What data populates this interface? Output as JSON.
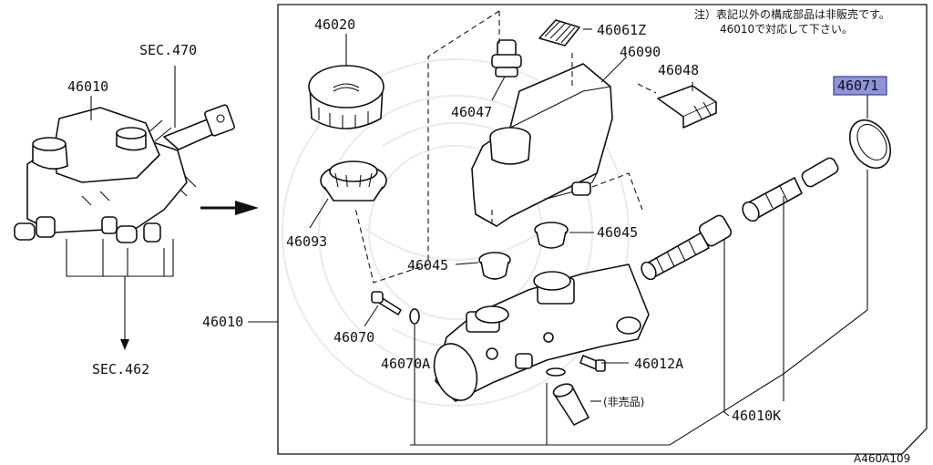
{
  "note": {
    "line1": "注）表記以外の構成部品は非販売です。",
    "line2": "46010で対応して下さい。"
  },
  "labels": {
    "sec470": "SEC.470",
    "sec462": "SEC.462",
    "assembly_left": "46010",
    "assembly_main": "46010",
    "p46020": "46020",
    "p46061z": "46061Z",
    "p46090": "46090",
    "p46048": "46048",
    "p46071": "46071",
    "p46047": "46047",
    "p46093": "46093",
    "p46045a": "46045",
    "p46045b": "46045",
    "p46070": "46070",
    "p46070a": "46070A",
    "p46012a": "46012A",
    "p46010k": "46010K",
    "not_sold": "(非売品)"
  },
  "highlight": {
    "part": "46071",
    "color": "#8f93d8"
  },
  "figure_code": "A460A109"
}
